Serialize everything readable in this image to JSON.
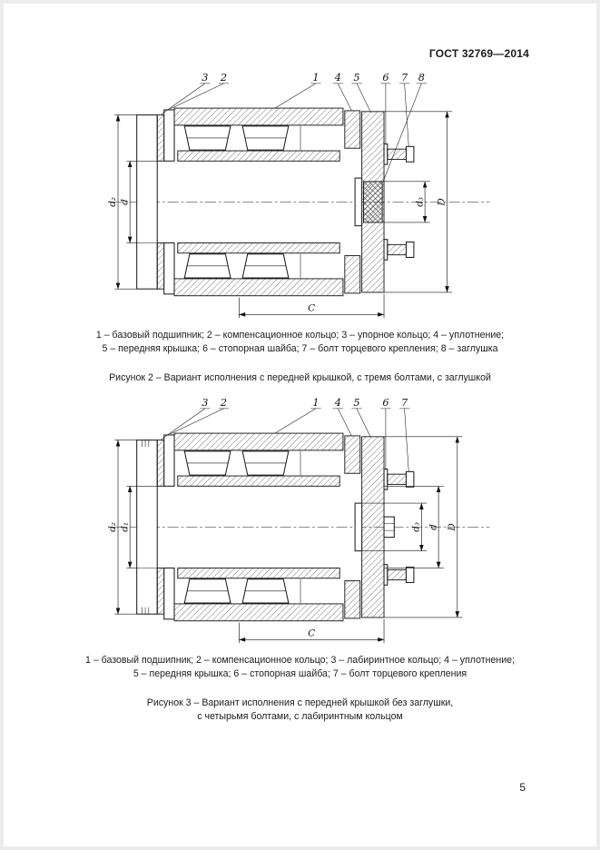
{
  "page": {
    "header": "ГОСТ 32769—2014",
    "page_number": "5"
  },
  "figure2": {
    "callouts": [
      "3",
      "2",
      "1",
      "4",
      "5",
      "6",
      "7",
      "8"
    ],
    "dims": {
      "left_outer": "d₂",
      "left_inner": "d",
      "right_small": "d₃",
      "right_outer": "D",
      "bottom": "C"
    },
    "legend_lines": [
      "1 – базовый подшипник; 2 – компенсационное кольцо; 3 – упорное кольцо; 4 – уплотнение;",
      "5 – передняя крышка; 6 – стопорная шайба; 7 – болт торцевого крепления; 8 – заглушка"
    ],
    "caption": "Рисунок 2 – Вариант исполнения с передней крышкой, с тремя болтами, с заглушкой"
  },
  "figure3": {
    "callouts": [
      "3",
      "2",
      "1",
      "4",
      "5",
      "6",
      "7"
    ],
    "dims": {
      "left_outer": "d₂",
      "left_inner": "d₁",
      "right_small": "d₃",
      "right_mid": "d",
      "right_outer": "D",
      "bottom": "C"
    },
    "legend_lines": [
      "1 – базовый подшипник; 2 – компенсационное кольцо; 3 – лабиринтное кольцо; 4 – уплотнение;",
      "5 – передняя крышка; 6 – стопорная шайба; 7 – болт торцевого крепления"
    ],
    "caption_lines": [
      "Рисунок 3 – Вариант исполнения с передней крышкой без заглушки,",
      "с четырьмя болтами, с лабиринтным кольцом"
    ]
  }
}
